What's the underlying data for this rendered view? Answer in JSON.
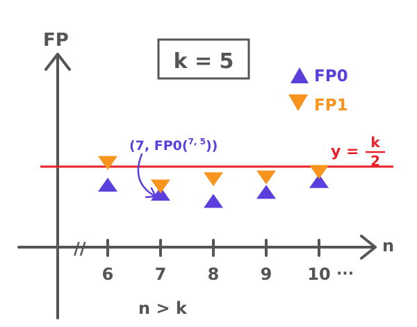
{
  "chart_data": {
    "type": "scatter",
    "title": "k = 5",
    "xlabel": "n",
    "ylabel": "FP",
    "x": [
      6,
      7,
      8,
      9,
      10
    ],
    "tick_labels": [
      "6",
      "7",
      "8",
      "9",
      "10"
    ],
    "x_continuation": "···",
    "axis_break": "//",
    "series": [
      {
        "name": "FP0",
        "marker": "triangle-up",
        "color": "#5b3fdc",
        "values": [
          -0.5,
          -0.75,
          -0.95,
          -0.7,
          -0.4
        ]
      },
      {
        "name": "FP1",
        "marker": "triangle-down",
        "color": "#f7941d",
        "values": [
          0.1,
          -0.55,
          -0.35,
          -0.3,
          -0.15
        ]
      }
    ],
    "reference_line": {
      "label_lhs": "y =",
      "label_num": "k",
      "label_den": "2",
      "y": 0,
      "color": "#e8202a"
    },
    "annotation": {
      "text": "(7, FP0(",
      "text_mid": "7, 5",
      "text_end": "))",
      "x": 7,
      "series": "FP0",
      "color": "#5b3fdc"
    },
    "condition": "n > k",
    "grid": false,
    "legend_position": "top-right"
  }
}
